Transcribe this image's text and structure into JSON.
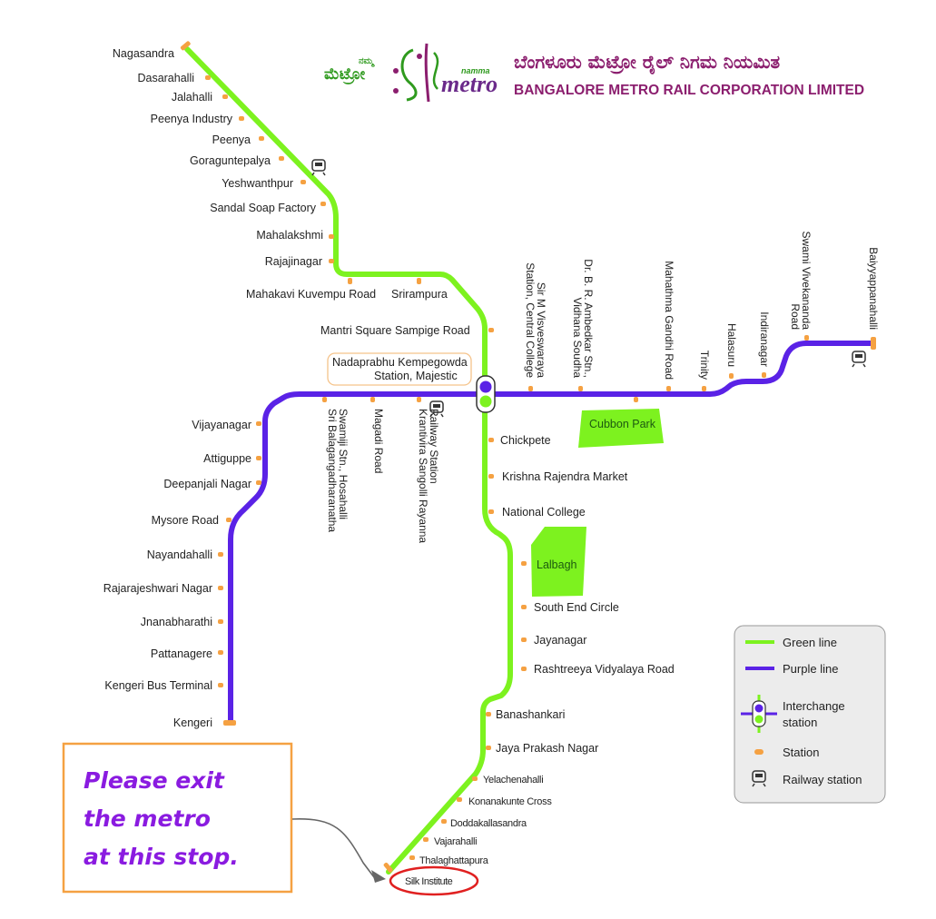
{
  "header": {
    "logo_kannada_small": "ನಮ್ಮ",
    "logo_kannada": "ಮೆಟ್ರೋ",
    "logo_namma": "namma",
    "logo_metro": "metro",
    "title_kannada": "ಬೆಂಗಳೂರು ಮೆಟ್ರೋ ರೈಲ್ ನಿಗಮ ನಿಯಮಿತ",
    "title_english": "BANGALORE METRO RAIL CORPORATION LIMITED"
  },
  "colors": {
    "green_line": "#7df21f",
    "purple_line": "#5a22e6",
    "station": "#f5a142",
    "park": "#7df21f",
    "brand": "#8b1e6e",
    "note_text": "#8a1be0",
    "note_border": "#f5a142",
    "highlight": "#e02020"
  },
  "stations": {
    "green_north": [
      "Nagasandra",
      "Dasarahalli",
      "Jalahalli",
      "Peenya Industry",
      "Peenya",
      "Goraguntepalya",
      "Yeshwanthpur",
      "Sandal Soap Factory",
      "Mahalakshmi",
      "Rajajinagar",
      "Mahakavi Kuvempu Road",
      "Srirampura",
      "Mantri Square Sampige Road"
    ],
    "interchange": [
      "Nadaprabhu Kempegowda",
      "Station, Majestic"
    ],
    "green_south": [
      "Chickpete",
      "Krishna Rajendra Market",
      "National College",
      "Lalbagh",
      "South End Circle",
      "Jayanagar",
      "Rashtreeya Vidyalaya Road",
      "Banashankari",
      "Jaya Prakash Nagar",
      "Yelachenahalli",
      "Konanakunte Cross",
      "Doddakallasandra",
      "Vajarahalli",
      "Thalaghattapura",
      "Silk Institute"
    ],
    "purple_west": [
      "Vijayanagar",
      "Attiguppe",
      "Deepanjali Nagar",
      "Mysore Road",
      "Nayandahalli",
      "Rajarajeshwari Nagar",
      "Jnanabharathi",
      "Pattanagere",
      "Kengeri Bus Terminal",
      "Kengeri"
    ],
    "purple_west_vertical": [
      [
        "Sri Balagangadharanatha",
        "Swamiji Stn., Hosahalli"
      ],
      [
        "Magadi Road"
      ],
      [
        "Krantivira Sangolli Rayanna",
        "Railway Station"
      ]
    ],
    "purple_east_vertical": [
      [
        "Sir M Visveswaraya",
        "Station, Central College"
      ],
      [
        "Dr. B. R. Ambedkar Stn.,",
        "Vidhana Soudha"
      ],
      [
        "Mahathma Gandhi Road"
      ],
      [
        "Trinity"
      ],
      [
        "Halasuru"
      ],
      [
        "Indiranagar"
      ],
      [
        "Swami Vivekananda",
        "Road"
      ],
      [
        "Baiyyappanahalli"
      ]
    ]
  },
  "parks": [
    "Cubbon Park",
    "Lalbagh"
  ],
  "legend": {
    "green": "Green line",
    "purple": "Purple line",
    "interchange": [
      "Interchange",
      "station"
    ],
    "station": "Station",
    "railway": "Railway station"
  },
  "note": {
    "lines": [
      "Please exit",
      "the metro",
      "at this stop."
    ],
    "target": "Silk Institute"
  }
}
